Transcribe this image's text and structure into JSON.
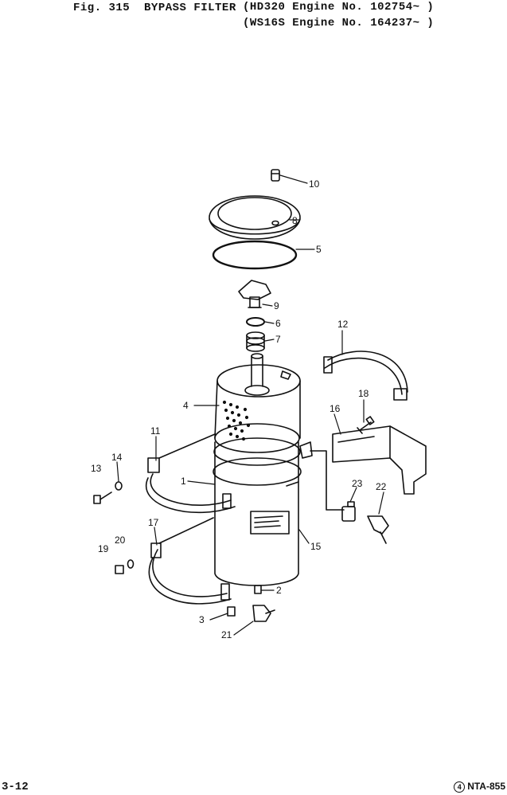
{
  "header": {
    "figure": "Fig. 315  BYPASS FILTER",
    "engine_1": "(HD320 Engine No. 102754~ )",
    "engine_2": "(WS16S Engine No. 164237~ )"
  },
  "footer": {
    "page": "3-12",
    "code_circle": "4",
    "code": "NTA-855"
  },
  "callouts": [
    "10",
    "8",
    "5",
    "9",
    "6",
    "7",
    "12",
    "4",
    "18",
    "16",
    "11",
    "14",
    "13",
    "1",
    "23",
    "22",
    "17",
    "20",
    "19",
    "15",
    "2",
    "3",
    "21"
  ]
}
